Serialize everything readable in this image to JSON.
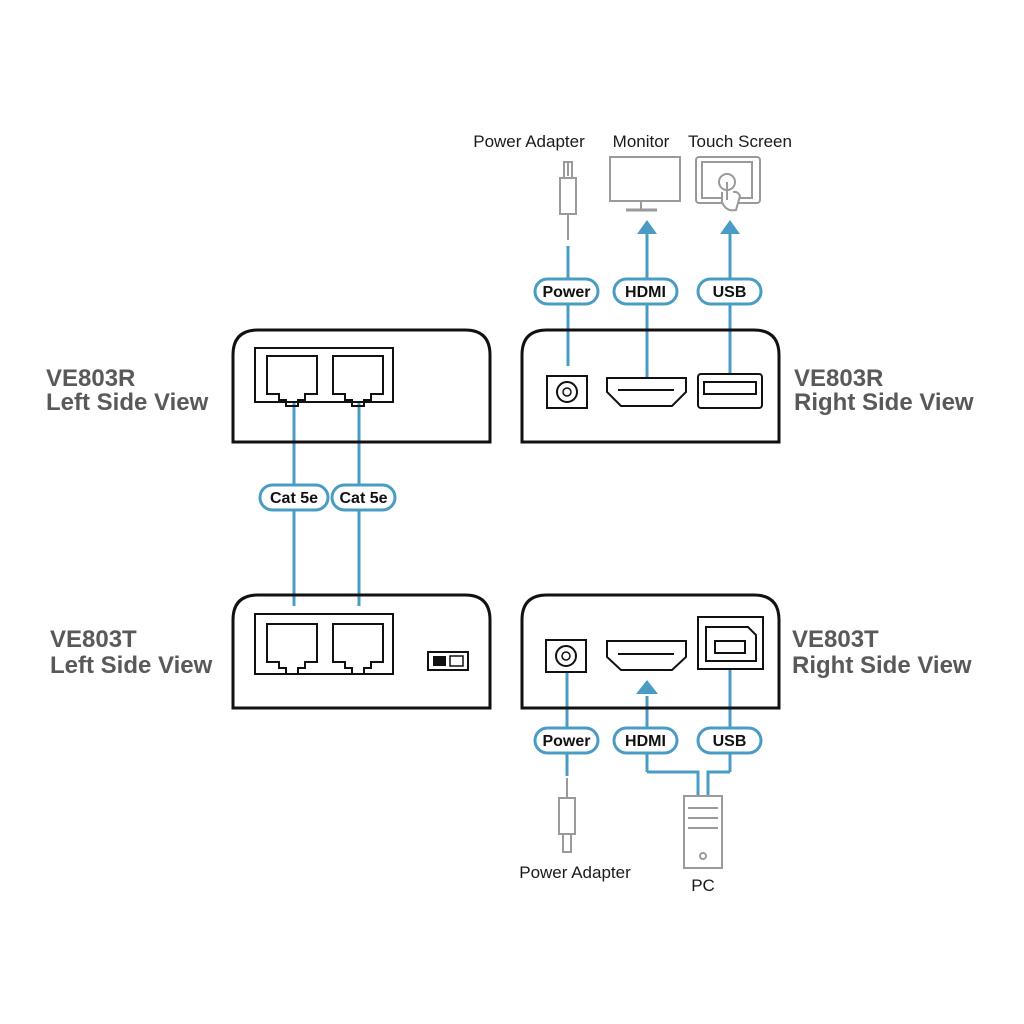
{
  "colors": {
    "cable": "#4a9cc4",
    "device": "#111111",
    "peripheral": "#9a9a9a",
    "title": "#595959"
  },
  "units": {
    "ve803r_left": {
      "line1": "VE803R",
      "line2": "Left Side View"
    },
    "ve803r_right": {
      "line1": "VE803R",
      "line2": "Right Side View"
    },
    "ve803t_left": {
      "line1": "VE803T",
      "line2": "Left Side View"
    },
    "ve803t_right": {
      "line1": "VE803T",
      "line2": "Right Side View"
    }
  },
  "top_devices": {
    "power_adapter": "Power Adapter",
    "monitor": "Monitor",
    "touch_screen": "Touch Screen"
  },
  "top_cables": {
    "power": "Power",
    "hdmi": "HDMI",
    "usb": "USB"
  },
  "middle_cables": {
    "cat5e_a": "Cat 5e",
    "cat5e_b": "Cat 5e"
  },
  "bottom_cables": {
    "power": "Power",
    "hdmi": "HDMI",
    "usb": "USB"
  },
  "bottom_devices": {
    "power_adapter": "Power Adapter",
    "pc": "PC"
  },
  "icons": [
    "power-adapter-icon",
    "monitor-icon",
    "touch-screen-icon",
    "pc-icon",
    "rj45-port-icon",
    "hdmi-port-icon",
    "usb-a-port-icon",
    "usb-b-port-icon",
    "dc-jack-icon",
    "dip-switch-icon"
  ]
}
